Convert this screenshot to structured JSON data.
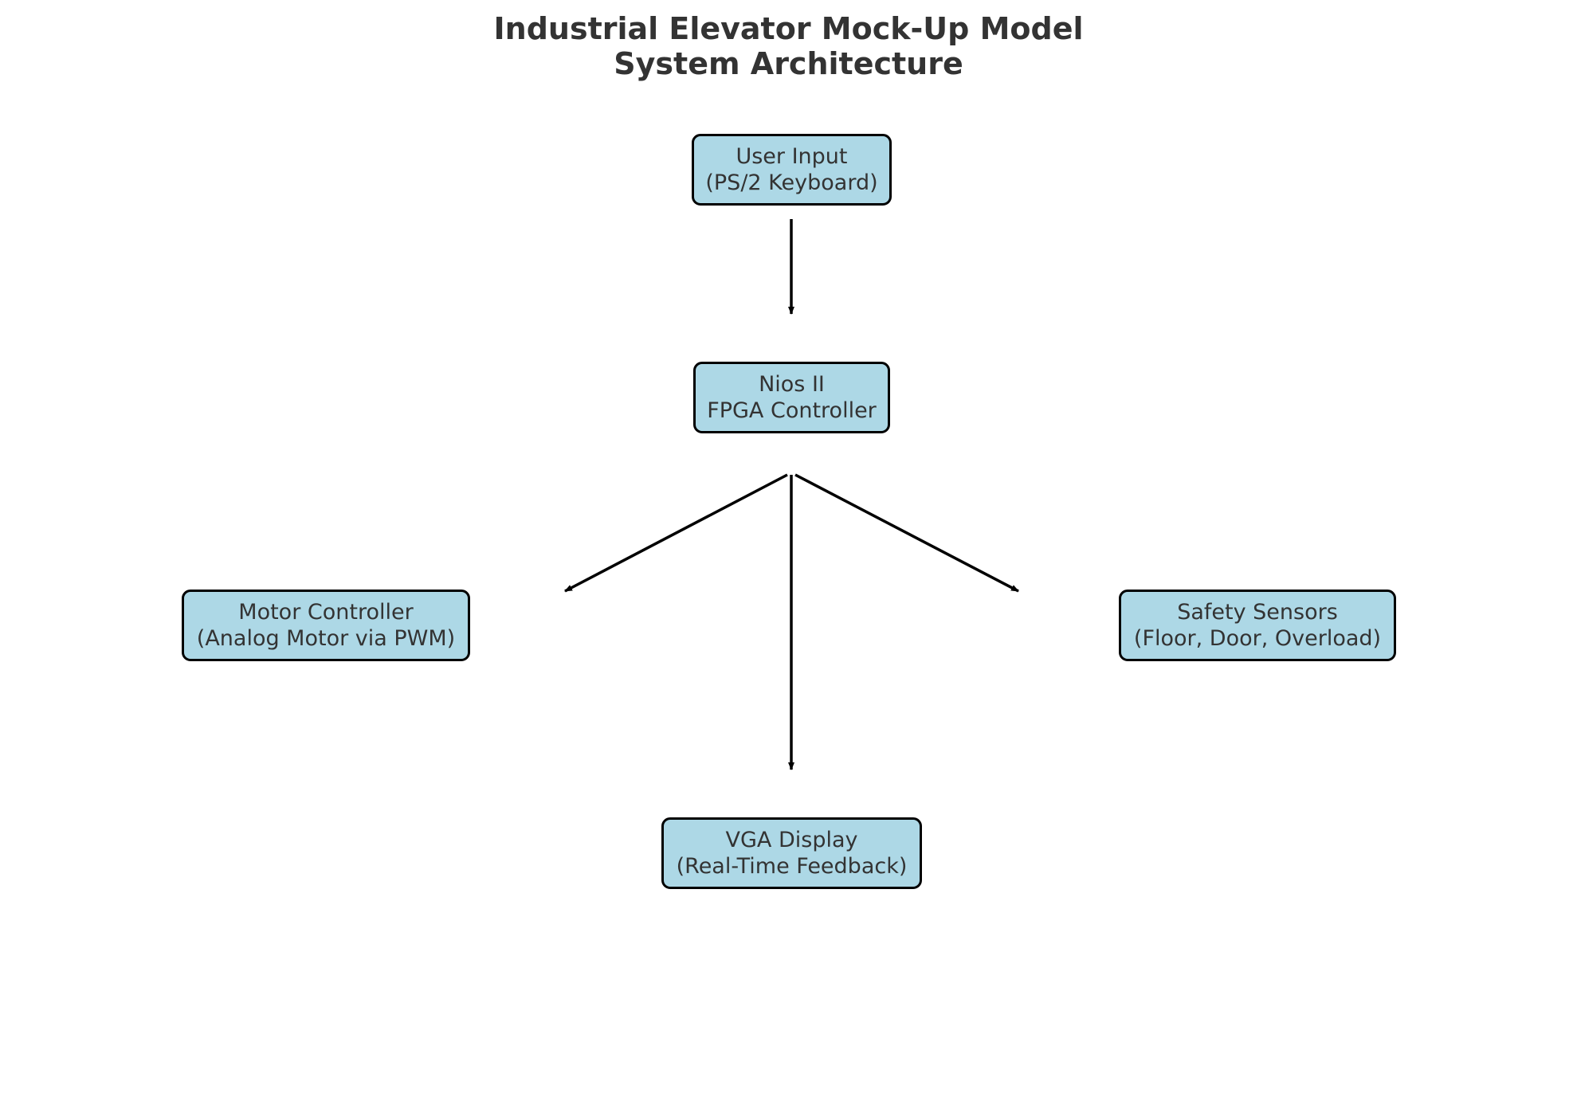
{
  "diagram": {
    "title": {
      "line1": "Industrial Elevator Mock-Up Model",
      "line2": "System Architecture"
    },
    "colors": {
      "node_fill": "#add8e6",
      "node_border": "#000000",
      "text": "#333333",
      "arrow": "#000000"
    },
    "nodes": {
      "user_input": {
        "line1": "User Input",
        "line2": "(PS/2 Keyboard)"
      },
      "nios": {
        "line1": "Nios II",
        "line2": "FPGA Controller"
      },
      "motor": {
        "line1": "Motor Controller",
        "line2": "(Analog Motor via PWM)"
      },
      "safety": {
        "line1": "Safety Sensors",
        "line2": "(Floor, Door, Overload)"
      },
      "vga": {
        "line1": "VGA Display",
        "line2": "(Real-Time Feedback)"
      }
    },
    "edges": [
      {
        "from": "user_input",
        "to": "nios"
      },
      {
        "from": "nios",
        "to": "motor"
      },
      {
        "from": "nios",
        "to": "vga"
      },
      {
        "from": "nios",
        "to": "safety"
      }
    ]
  }
}
